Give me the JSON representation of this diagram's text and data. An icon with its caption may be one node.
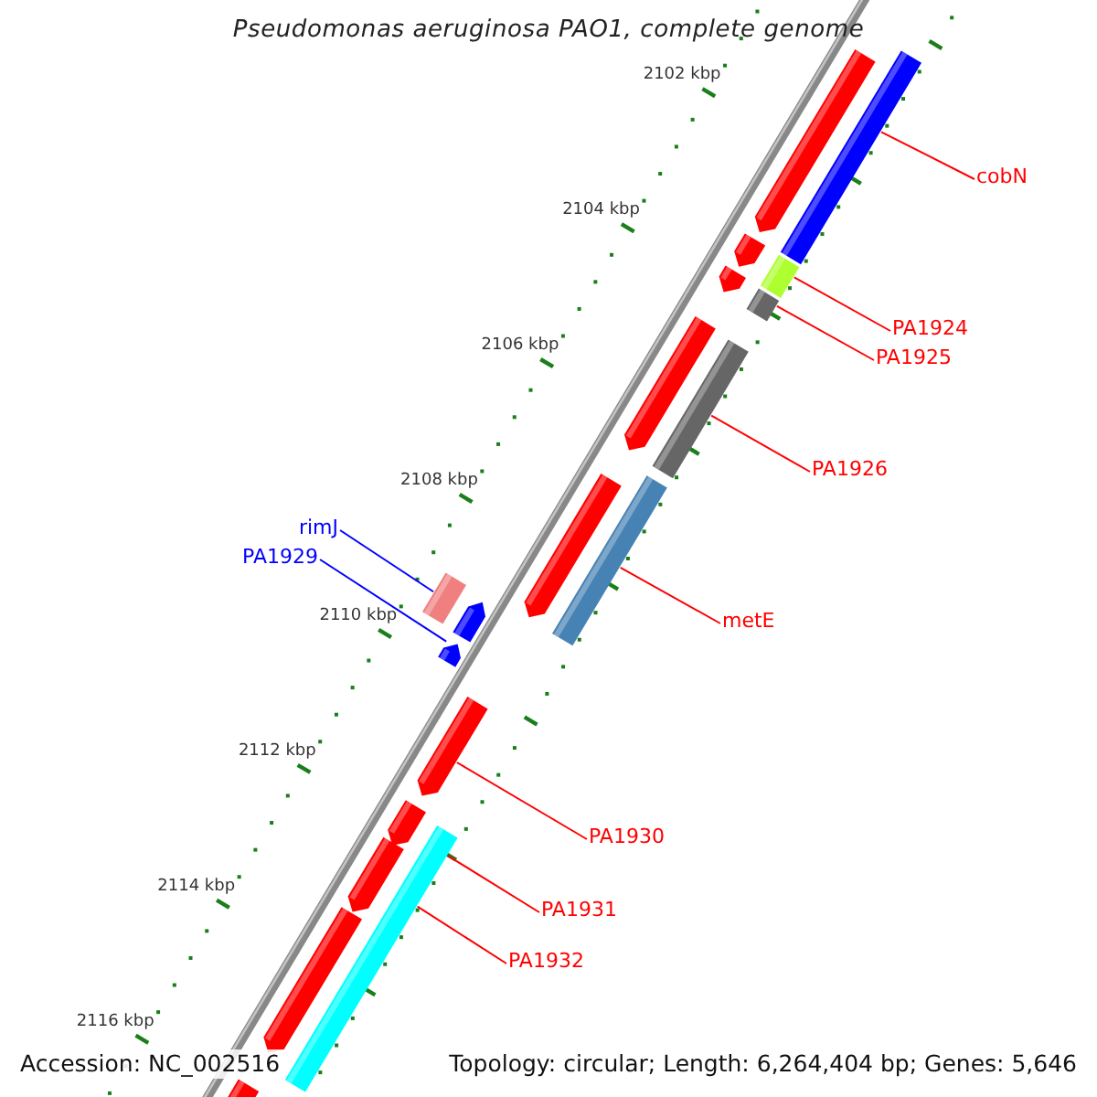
{
  "diagram": {
    "title": "Pseudomonas aeruginosa PAO1, complete genome",
    "nodes": [
      {
        "text": [
          "cobN"
        ]
      },
      {
        "text": [],
        "shape": "bar"
      },
      {
        "text": [
          "PA1924"
        ]
      },
      {
        "text": [],
        "shape": "bar"
      },
      {
        "text": [
          "PA1925"
        ]
      },
      {
        "text": [],
        "shape": "bar"
      },
      {
        "text": [
          "PA1926"
        ]
      },
      {
        "text": [],
        "shape": "bar"
      },
      {
        "text": [
          "rimJ"
        ]
      },
      {
        "text": [],
        "shape": "bar"
      },
      {
        "text": [
          "PA1929"
        ]
      },
      {
        "text": [],
        "shape": "bar"
      },
      {
        "text": [
          "metE"
        ]
      },
      {
        "text": [],
        "shape": "bar"
      },
      {
        "text": [
          "PA1930"
        ]
      },
      {
        "text": [],
        "shape": "bar"
      },
      {
        "text": [
          "PA1931"
        ]
      },
      {
        "text": [
          "PA1932"
        ]
      },
      {
        "text": [],
        "shape": "bar"
      },
      {
        "text": [],
        "shape": "bar"
      },
      {
        "text": [],
        "shape": "bar"
      },
      {
        "text": [],
        "shape": "bar"
      },
      {
        "text": [],
        "shape": "bar"
      },
      {
        "text": [],
        "shape": "bar"
      },
      {
        "text": [],
        "shape": "bar"
      },
      {
        "text": [],
        "shape": "bar"
      },
      {
        "text": [],
        "shape": "bar"
      },
      {
        "text": [],
        "shape": "bar"
      },
      {
        "text": [],
        "shape": "bar"
      }
    ],
    "edges": [
      {
        "from": 0,
        "to": 1,
        "arrow": "none"
      },
      {
        "from": 2,
        "to": 3,
        "arrow": "none"
      },
      {
        "from": 4,
        "to": 5,
        "arrow": "none"
      },
      {
        "from": 6,
        "to": 7,
        "arrow": "none"
      },
      {
        "from": 8,
        "to": 9,
        "arrow": "none",
        "color": "#0000ff"
      },
      {
        "from": 10,
        "to": 11,
        "arrow": "none",
        "color": "#0000ff"
      },
      {
        "from": 12,
        "to": 13,
        "arrow": "none"
      },
      {
        "from": 14,
        "to": 15,
        "arrow": "none"
      },
      {
        "from": 16,
        "to": 18,
        "arrow": "none"
      },
      {
        "from": 17,
        "to": 18,
        "arrow": "none"
      }
    ],
    "labels": [
      "2102 kbp",
      "2104 kbp",
      "2106 kbp",
      "2108 kbp",
      "2110 kbp",
      "2112 kbp",
      "2114 kbp",
      "2116 kbp",
      "Accession: NC_002516",
      "Topology: circular; Length: 6,264,404 bp; Genes: 5,646"
    ]
  }
}
